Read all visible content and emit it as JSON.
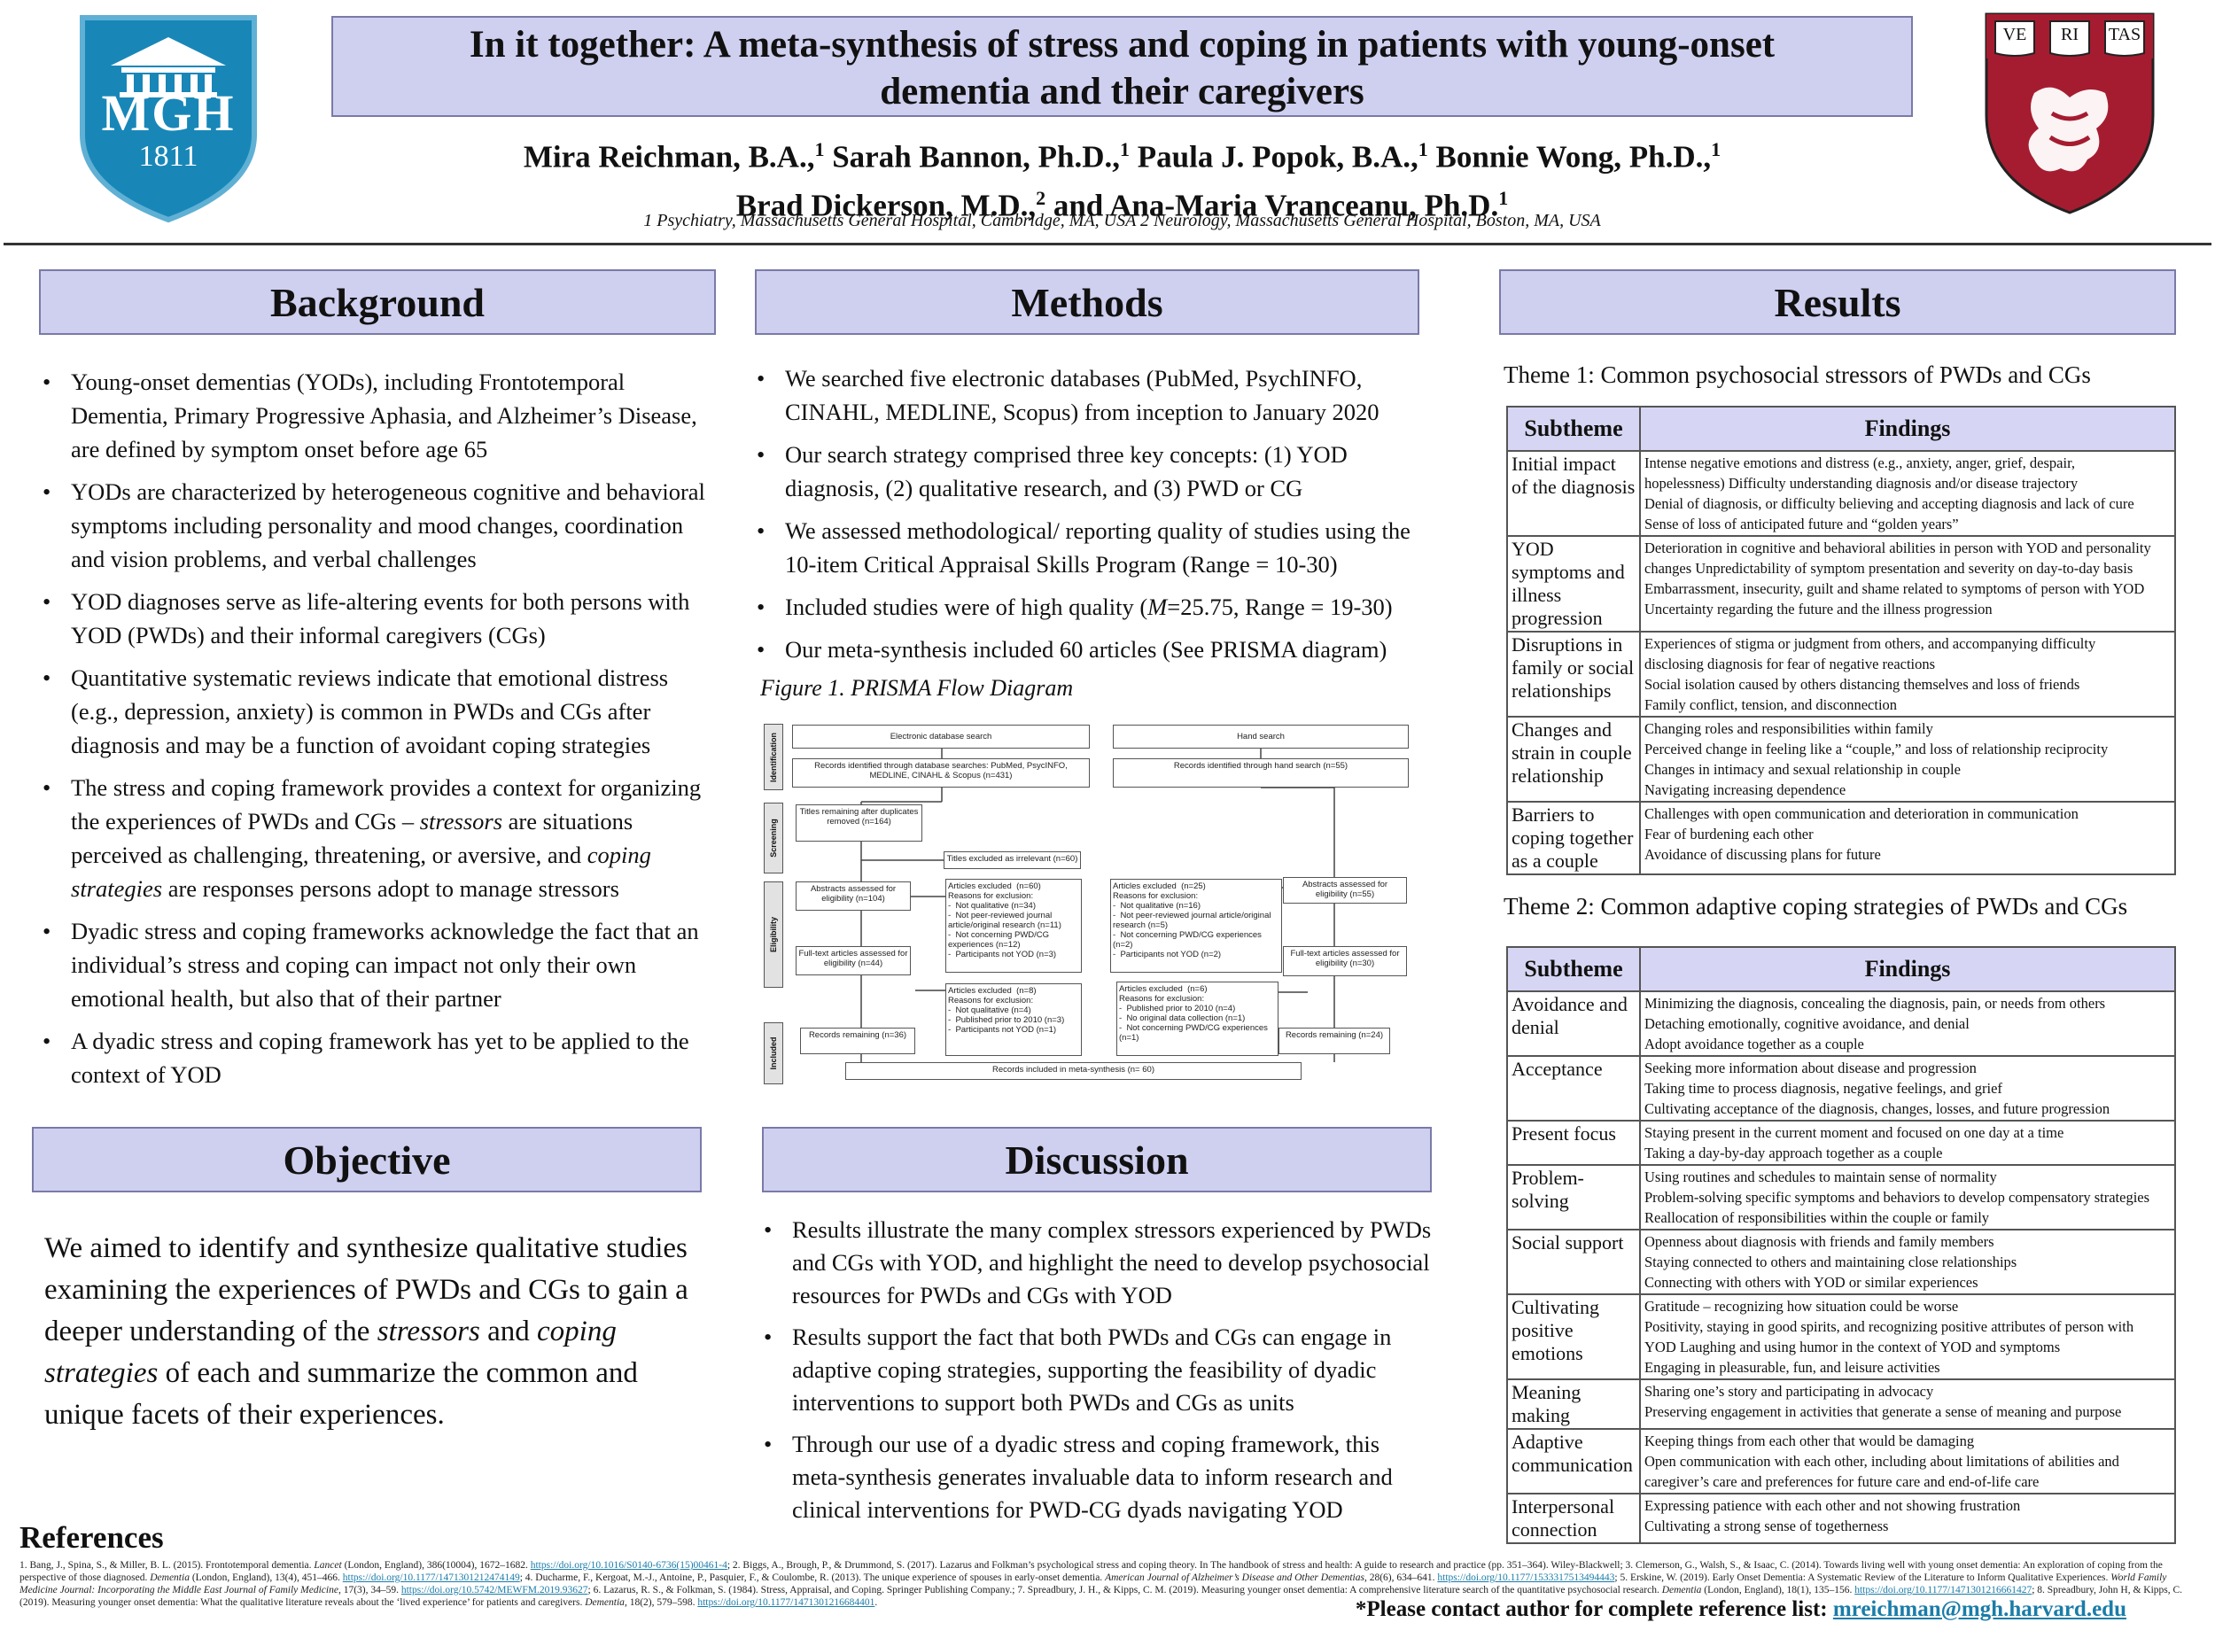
{
  "logos": {
    "left_text": "MGH",
    "left_year": "1811",
    "right_motto": [
      "VE",
      "RI",
      "TAS"
    ]
  },
  "header": {
    "title": "In it together: A meta-synthesis of stress and coping in patients with young-onset dementia and their caregivers",
    "authors_line1": [
      "Mira Reichman, B.A.,",
      "1",
      " Sarah Bannon, Ph.D.,",
      "1",
      " Paula J. Popok, B.A.,",
      "1",
      " Bonnie Wong, Ph.D.,",
      "1"
    ],
    "authors_line2": [
      "Brad Dickerson, M.D.,",
      "2",
      " and Ana-Maria Vranceanu, Ph.D.",
      "1"
    ],
    "affiliations": "1 Psychiatry, Massachusetts General Hospital, Cambridge, MA, USA 2 Neurology, Massachusetts General Hospital, Boston, MA, USA"
  },
  "background": {
    "heading": "Background",
    "bullets": [
      {
        "parts": [
          {
            "t": "Young-onset dementias (YODs), including Frontotemporal Dementia,  Primary Progressive  Aphasia, and Alzheimer’s Disease, are defined by symptom onset before age 65"
          }
        ]
      },
      {
        "parts": [
          {
            "t": "YODs are characterized by heterogeneous cognitive and behavioral symptoms including personality and mood changes, coordination and vision problems, and verbal challenges"
          }
        ]
      },
      {
        "parts": [
          {
            "t": "YOD diagnoses serve as life-altering events for both persons with YOD (PWDs) and their informal caregivers (CGs)"
          }
        ]
      },
      {
        "parts": [
          {
            "t": "Quantitative systematic reviews indicate that emotional distress (e.g., depression, anxiety) is common in PWDs and CGs after diagnosis and may be a function of avoidant coping strategies"
          }
        ]
      },
      {
        "parts": [
          {
            "t": "The stress and coping framework provides a context for organizing the experiences of PWDs and CGs – "
          },
          {
            "t": "stressors",
            "i": true
          },
          {
            "t": " are situations perceived as challenging, threatening, or aversive, and "
          },
          {
            "t": "coping strategies",
            "i": true
          },
          {
            "t": " are responses persons adopt to manage stressors"
          }
        ]
      },
      {
        "parts": [
          {
            "t": "Dyadic stress and coping frameworks acknowledge the fact that an individual’s stress and coping can impact not only their own emotional health, but also that of their partner"
          }
        ]
      },
      {
        "parts": [
          {
            "t": "A dyadic stress and coping framework has yet to be applied to the context of YOD"
          }
        ]
      }
    ]
  },
  "methods": {
    "heading": "Methods",
    "bullets": [
      {
        "parts": [
          {
            "t": "We searched five electronic databases (PubMed, PsychINFO, CINAHL, MEDLINE, Scopus) from inception to January 2020"
          }
        ]
      },
      {
        "parts": [
          {
            "t": "Our search strategy comprised three key concepts: (1) YOD diagnosis, (2) qualitative research, and (3) PWD or CG"
          }
        ]
      },
      {
        "parts": [
          {
            "t": "We assessed methodological/ reporting quality of studies using the 10-item Critical Appraisal Skills Program (Range = 10-30)"
          }
        ]
      },
      {
        "parts": [
          {
            "t": "Included studies were of high quality ("
          },
          {
            "t": "M",
            "i": true
          },
          {
            "t": "=25.75, Range = 19-30)"
          }
        ]
      },
      {
        "parts": [
          {
            "t": "Our meta-synthesis included 60 articles (See PRISMA diagram)"
          }
        ]
      }
    ],
    "figure_caption": "Figure 1. PRISMA Flow Diagram"
  },
  "prisma": {
    "stages": [
      "Identification",
      "Screening",
      "Eligibility",
      "Included"
    ],
    "electronic_search": "Electronic database search",
    "hand_search": "Hand search",
    "db_records": "Records identified through database searches: PubMed, PsycINFO, MEDLINE, CINAHL & Scopus (n=431)",
    "hand_records": "Records identified through  hand search (n=55)",
    "titles_remaining": "Titles remaining after duplicates removed (n=164)",
    "titles_excluded": "Titles excluded as irrelevant (n=60)",
    "abstracts_db": "Abstracts assessed for eligibility (n=104)",
    "excluded_a": "Articles excluded  (n=60)\nReasons for exclusion:\n-  Not qualitative (n=34)\n-  Not peer-reviewed journal article/original research (n=11)\n-  Not concerning PWD/CG experiences (n=12)\n-  Participants not YOD (n=3)",
    "excluded_b": "Articles excluded  (n=25)\nReasons for exclusion:\n-  Not qualitative (n=16)\n-  Not peer-reviewed journal article/original research (n=5)\n-  Not concerning PWD/CG experiences (n=2)\n-  Participants not YOD (n=2)",
    "abstracts_hand": "Abstracts assessed for eligibility (n=55)",
    "fulltext_db": "Full-text articles assessed for eligibility (n=44)",
    "excluded_c": "Articles excluded  (n=8)\nReasons for exclusion:\n-  Not qualitative (n=4)\n-  Published prior to 2010 (n=3)\n-  Participants not YOD (n=1)",
    "excluded_d": "Articles excluded  (n=6)\nReasons for exclusion:\n-  Published prior to 2010 (n=4)\n-  No original data collection (n=1)\n-  Not concerning PWD/CG experiences (n=1)",
    "fulltext_hand": "Full-text articles assessed for eligibility (n=30)",
    "records_db": "Records remaining (n=36)",
    "records_hand": "Records remaining (n=24)",
    "included": "Records included in meta-synthesis (n= 60)"
  },
  "objective": {
    "heading": "Objective",
    "parts": [
      {
        "t": "We aimed to identify and synthesize qualitative studies examining the experiences of PWDs and CGs to gain a deeper understanding of the "
      },
      {
        "t": "stressors",
        "i": true
      },
      {
        "t": " and "
      },
      {
        "t": "coping strategies",
        "i": true
      },
      {
        "t": " of each and summarize the common and unique facets of their experiences."
      }
    ]
  },
  "discussion": {
    "heading": "Discussion",
    "bullets": [
      {
        "parts": [
          {
            "t": "Results illustrate the many complex stressors experienced by PWDs and CGs with YOD, and highlight the need to develop psychosocial resources for PWDs and CGs with YOD"
          }
        ]
      },
      {
        "parts": [
          {
            "t": "Results support the fact that both PWDs and CGs can engage in adaptive coping strategies, supporting the feasibility of dyadic interventions to support both PWDs and CGs as units"
          }
        ]
      },
      {
        "parts": [
          {
            "t": "Through our use of a dyadic stress and coping framework, this meta-synthesis generates invaluable data to inform research and clinical interventions for PWD-CG dyads navigating YOD"
          }
        ]
      }
    ]
  },
  "results": {
    "heading": "Results",
    "col_subtheme": "Subtheme",
    "col_findings": "Findings",
    "theme1": {
      "title": "Theme 1: Common psychosocial stressors of PWDs and CGs",
      "rows": [
        {
          "subtheme": "Initial impact of the diagnosis",
          "findings": [
            "Intense negative emotions and distress (e.g., anxiety, anger, grief, despair,",
            "hopelessness) Difficulty understanding diagnosis and/or disease trajectory",
            "Denial of diagnosis, or difficulty believing and accepting diagnosis and lack of cure",
            "Sense of loss of anticipated future and “golden years”"
          ]
        },
        {
          "subtheme": "YOD symptoms and illness progression",
          "findings": [
            "Deterioration in cognitive and behavioral abilities in person with YOD and personality",
            "changes Unpredictability of symptom presentation and severity on day-to-day basis",
            "Embarrassment, insecurity, guilt and shame related to symptoms of person with YOD",
            "Uncertainty regarding the future and the illness progression"
          ]
        },
        {
          "subtheme": "Disruptions in family or social relationships",
          "findings": [
            "Experiences of stigma or judgment from others, and accompanying difficulty",
            "disclosing diagnosis for fear of negative reactions",
            "Social isolation caused by others distancing themselves and loss of friends",
            "Family conflict, tension, and disconnection"
          ]
        },
        {
          "subtheme": "Changes and strain in couple relationship",
          "findings": [
            "Changing roles and responsibilities within family",
            "Perceived change in feeling like a “couple,” and loss of relationship reciprocity",
            "Changes in intimacy and sexual relationship in couple",
            "Navigating increasing dependence"
          ]
        },
        {
          "subtheme": "Barriers to coping together as a couple",
          "findings": [
            "Challenges with open communication and deterioration in communication",
            "Fear of burdening each other",
            "Avoidance of discussing plans for future"
          ]
        }
      ]
    },
    "theme2": {
      "title": "Theme 2: Common adaptive coping strategies of PWDs and CGs",
      "rows": [
        {
          "subtheme": "Avoidance and denial",
          "findings": [
            "Minimizing the diagnosis, concealing the diagnosis, pain, or needs from others",
            "Detaching emotionally, cognitive avoidance, and denial",
            "Adopt avoidance together as a couple"
          ]
        },
        {
          "subtheme": "Acceptance",
          "findings": [
            "Seeking more information about disease and progression",
            "Taking time to process diagnosis, negative feelings, and grief",
            "Cultivating acceptance of the diagnosis, changes, losses, and future progression"
          ]
        },
        {
          "subtheme": "Present focus",
          "findings": [
            "Staying present in the current moment and focused on one day at a time",
            "Taking a day-by-day approach together as a couple"
          ]
        },
        {
          "subtheme": "Problem-solving",
          "findings": [
            "Using routines and schedules to maintain sense of normality",
            "Problem-solving specific symptoms and behaviors to develop compensatory strategies",
            "Reallocation of responsibilities within the couple or family"
          ]
        },
        {
          "subtheme": "Social support",
          "findings": [
            "Openness about diagnosis with friends and family members",
            "Staying connected to others and maintaining close relationships",
            "Connecting with others with YOD or similar experiences"
          ]
        },
        {
          "subtheme": "Cultivating positive emotions",
          "findings": [
            "Gratitude – recognizing how situation could be worse",
            "Positivity, staying in good spirits, and recognizing positive attributes of person with",
            "YOD Laughing and using humor in the context of YOD and symptoms",
            "Engaging in pleasurable, fun, and leisure activities"
          ]
        },
        {
          "subtheme": "Meaning making",
          "findings": [
            "Sharing one’s story and participating in advocacy",
            "Preserving engagement in activities that generate a sense of meaning and purpose"
          ]
        },
        {
          "subtheme": "Adaptive communication",
          "findings": [
            "Keeping things from each other that would be damaging",
            "Open communication with each other, including about limitations of abilities and",
            "caregiver’s care and preferences for future care and end-of-life care"
          ]
        },
        {
          "subtheme": "Interpersonal connection",
          "findings": [
            "Expressing patience with each other and not showing frustration",
            "Cultivating a strong sense of togetherness"
          ]
        }
      ]
    }
  },
  "references": {
    "heading": "References",
    "items": [
      {
        "t": "1. Bang, J., Spina, S., & Miller, B. L. (2015). Frontotemporal dementia. "
      },
      {
        "t": "Lancet",
        "i": true
      },
      {
        "t": " (London, England), 386(10004), 1672–1682. "
      },
      {
        "t": "https://doi.org/10.1016/S0140-6736(15)00461-4",
        "l": true
      },
      {
        "t": "; 2. Biggs, A., Brough, P., & Drummond, S. (2017). Lazarus and Folkman’s psychological stress and coping theory. In The handbook of stress and health: A guide to research and practice (pp. 351–364). Wiley-Blackwell; 3. Clemerson, G., Walsh, S., & Isaac, C. (2014). Towards living well with young onset dementia: An exploration of coping from the perspective of those diagnosed. "
      },
      {
        "t": "Dementia",
        "i": true
      },
      {
        "t": " (London, England), 13(4), 451–466. "
      },
      {
        "t": "https://doi.org/10.1177/1471301212474149",
        "l": true
      },
      {
        "t": "; 4. Ducharme, F., Kergoat, M.-J., Antoine, P., Pasquier, F., & Coulombe, R. (2013). The unique experience of spouses in early-onset dementia. "
      },
      {
        "t": "American Journal of Alzheimer’s Disease and Other Dementias",
        "i": true
      },
      {
        "t": ", 28(6), 634–641. "
      },
      {
        "t": "https://doi.org/10.1177/1533317513494443",
        "l": true
      },
      {
        "t": "; 5. Erskine, W. (2019). Early Onset Dementia: A Systematic Review of the Literature to Inform Qualitative Experiences. "
      },
      {
        "t": "World Family Medicine Journal: Incorporating the Middle East Journal of Family Medicine",
        "i": true
      },
      {
        "t": ", 17(3), 34–59. "
      },
      {
        "t": "https://doi.org/10.5742/MEWFM.2019.93627",
        "l": true
      },
      {
        "t": "; 6. Lazarus, R. S., & Folkman, S. (1984). Stress, Appraisal, and Coping. Springer Publishing Company.; 7. Spreadbury, J. H., & Kipps, C. M. (2019). Measuring younger onset dementia: A comprehensive literature search of the quantitative psychosocial research. "
      },
      {
        "t": "Dementia",
        "i": true
      },
      {
        "t": " (London, England), 18(1), 135–156. "
      },
      {
        "t": "https://doi.org/10.1177/1471301216661427",
        "l": true
      },
      {
        "t": "; 8. Spreadbury, John H, & Kipps, C. (2019). Measuring younger onset dementia: What the qualitative literature reveals about the ‘lived experience’ for patients and caregivers. "
      },
      {
        "t": "Dementia",
        "i": true
      },
      {
        "t": ", 18(2), 579–598. "
      },
      {
        "t": "https://doi.org/10.1177/1471301216684401",
        "l": true
      },
      {
        "t": "."
      }
    ],
    "contact_label": "*Please contact author for complete reference list: ",
    "contact_email": "mreichman@mgh.harvard.edu"
  },
  "colors": {
    "banner": "#cfcff0",
    "banner_border": "#7a7aa8",
    "mgh_blue": "#1887b8",
    "harvard_red": "#a51c30",
    "link": "#1a7ca8"
  }
}
